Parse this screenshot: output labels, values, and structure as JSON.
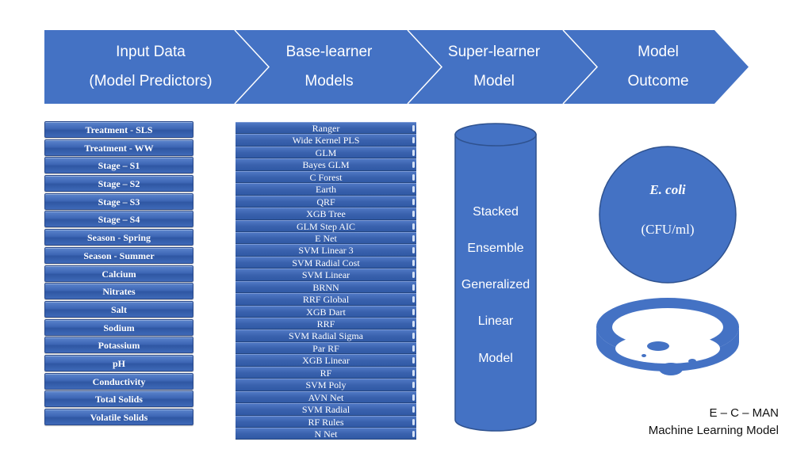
{
  "header": {
    "stages": [
      {
        "line1": "Input Data",
        "line2": "(Model Predictors)"
      },
      {
        "line1": "Base-learner",
        "line2": "Models"
      },
      {
        "line1": "Super-learner",
        "line2": "Model"
      },
      {
        "line1": "Model",
        "line2": "Outcome"
      }
    ]
  },
  "predictors": [
    "Treatment - SLS",
    "Treatment - WW",
    "Stage – S1",
    "Stage – S2",
    "Stage – S3",
    "Stage – S4",
    "Season - Spring",
    "Season - Summer",
    "Calcium",
    "Nitrates",
    "Salt",
    "Sodium",
    "Potassium",
    "pH",
    "Conductivity",
    "Total Solids",
    "Volatile Solids"
  ],
  "base_learners": [
    "Ranger",
    "Wide Kernel PLS",
    "GLM",
    "Bayes GLM",
    "C Forest",
    "Earth",
    "QRF",
    "XGB Tree",
    "GLM Step AIC",
    "E Net",
    "SVM Linear 3",
    "SVM Radial Cost",
    "SVM Linear",
    "BRNN",
    "RRF Global",
    "XGB Dart",
    "RRF",
    "SVM Radial Sigma",
    "Par RF",
    "XGB Linear",
    "RF",
    "SVM Poly",
    "AVN Net",
    "SVM Radial",
    "RF Rules",
    "N Net"
  ],
  "super_learner": {
    "lines": [
      "Stacked",
      "Ensemble",
      "Generalized",
      "Linear",
      "Model"
    ]
  },
  "outcome": {
    "title": "E. coli",
    "unit": "(CFU/ml)"
  },
  "caption": {
    "line1": "E – C – MAN",
    "line2": "Machine Learning Model"
  },
  "colors": {
    "primary": "#4472c4",
    "outline": "#2f528f",
    "text_on_blue": "#ffffff"
  }
}
